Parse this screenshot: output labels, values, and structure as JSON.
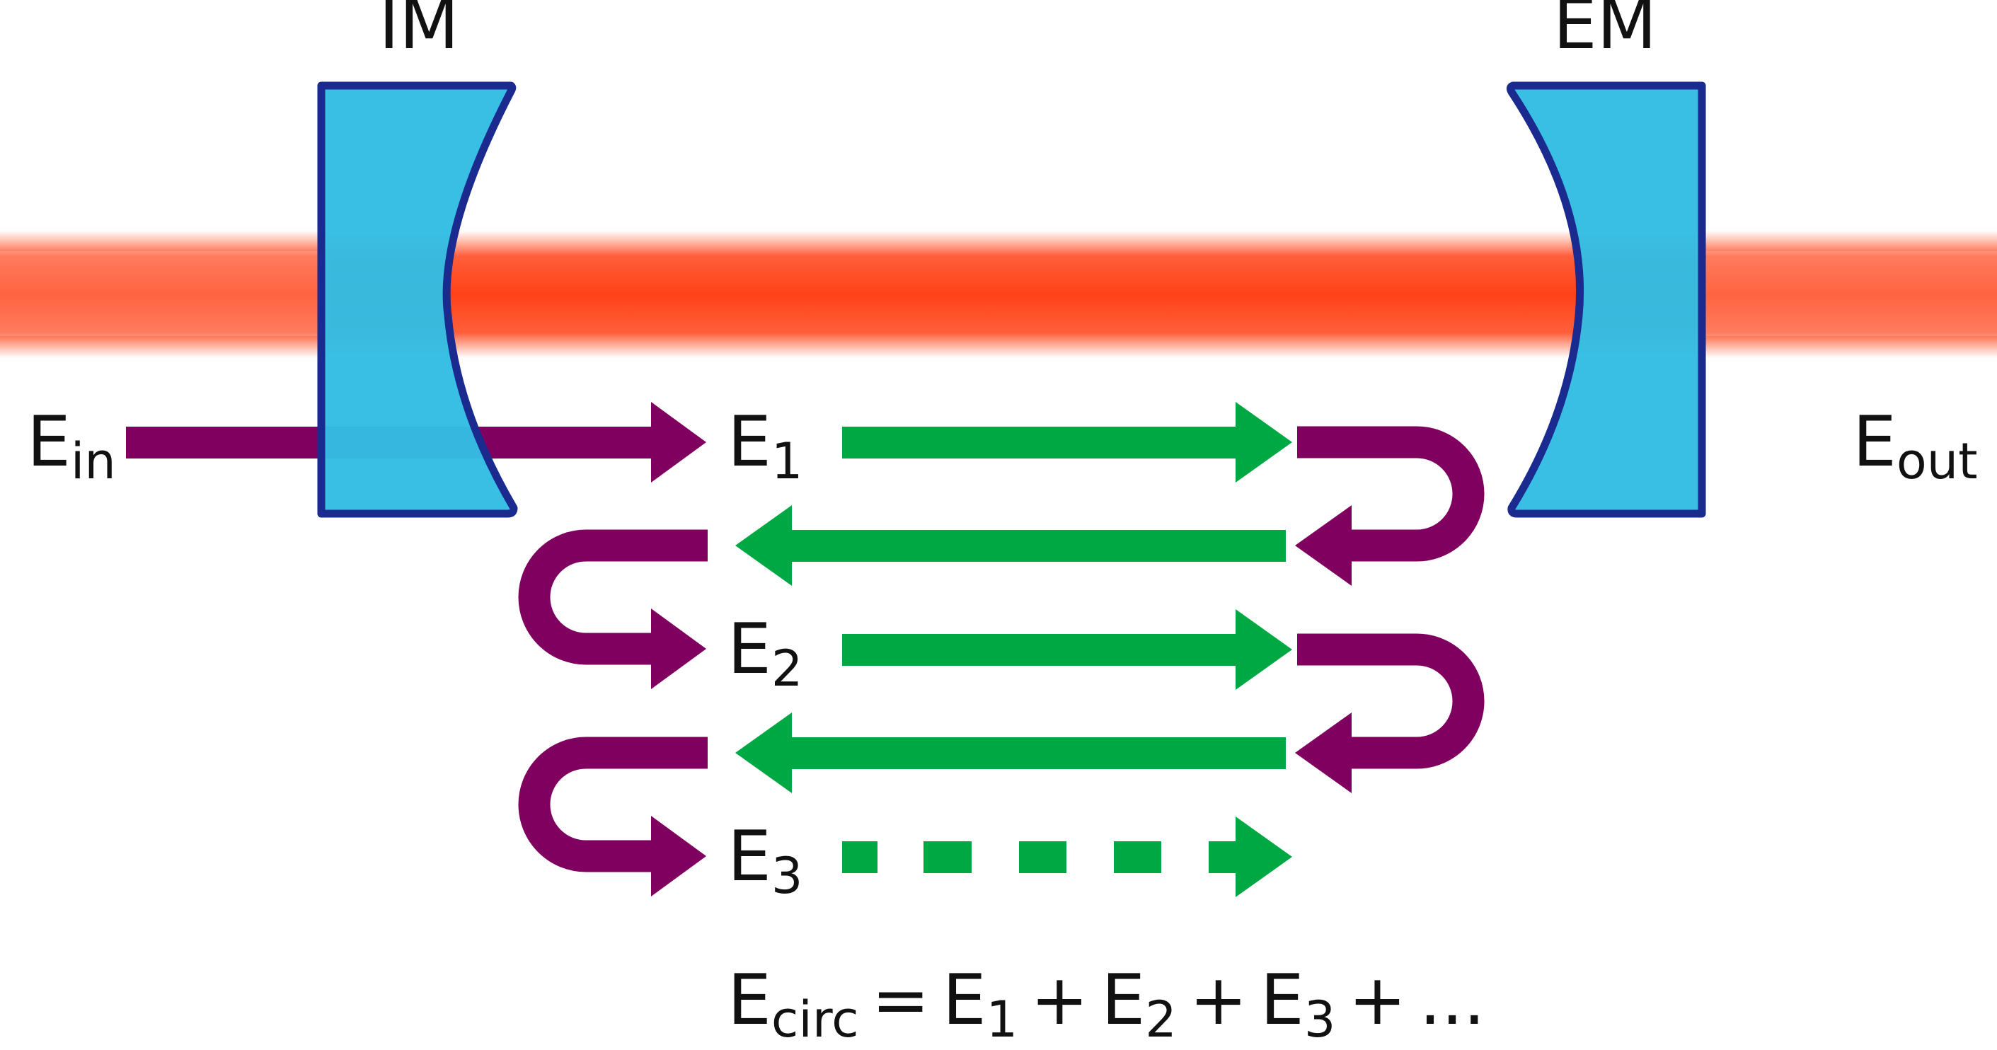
{
  "labels": {
    "input_mirror": "IM",
    "end_mirror": "EM",
    "e_in": {
      "base": "E",
      "sub": "in"
    },
    "e_out": {
      "base": "E",
      "sub": "out"
    },
    "e1": {
      "base": "E",
      "sub": "1"
    },
    "e2": {
      "base": "E",
      "sub": "2"
    },
    "e3": {
      "base": "E",
      "sub": "3"
    }
  },
  "equation": {
    "lhs": {
      "base": "E",
      "sub": "circ"
    },
    "equals": "=",
    "terms": [
      {
        "base": "E",
        "sub": "1"
      },
      {
        "base": "E",
        "sub": "2"
      },
      {
        "base": "E",
        "sub": "3"
      }
    ],
    "plus": "+",
    "ellipsis": "..."
  },
  "colors": {
    "beam": "#ff4218",
    "mirror_fill": "#33bde3",
    "mirror_stroke": "#1a2a8e",
    "reflection_arrow": "#800060",
    "propagation_arrow": "#00a843"
  }
}
